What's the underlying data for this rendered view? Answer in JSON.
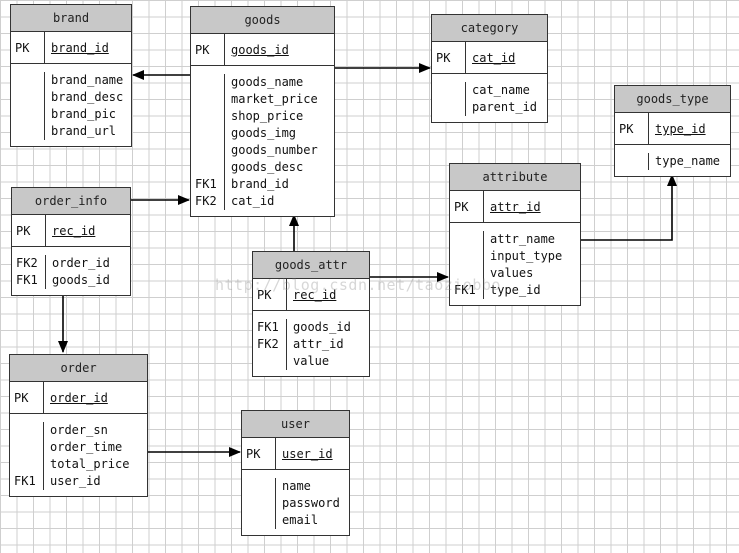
{
  "watermark": "http://blog.csdn.net/taoziobbo",
  "entities": [
    {
      "id": "brand",
      "title": "brand",
      "pk": "brand_id",
      "body": [
        {
          "key": "",
          "field": "brand_name"
        },
        {
          "key": "",
          "field": "brand_desc"
        },
        {
          "key": "",
          "field": "brand_pic"
        },
        {
          "key": "",
          "field": "brand_url"
        }
      ]
    },
    {
      "id": "goods",
      "title": "goods",
      "pk": "goods_id",
      "body": [
        {
          "key": "",
          "field": "goods_name"
        },
        {
          "key": "",
          "field": "market_price"
        },
        {
          "key": "",
          "field": "shop_price"
        },
        {
          "key": "",
          "field": "goods_img"
        },
        {
          "key": "",
          "field": "goods_number"
        },
        {
          "key": "",
          "field": "goods_desc"
        },
        {
          "key": "FK1",
          "field": "brand_id"
        },
        {
          "key": "FK2",
          "field": "cat_id"
        }
      ]
    },
    {
      "id": "category",
      "title": "category",
      "pk": "cat_id",
      "body": [
        {
          "key": "",
          "field": "cat_name"
        },
        {
          "key": "",
          "field": "parent_id"
        }
      ]
    },
    {
      "id": "goods_type",
      "title": "goods_type",
      "pk": "type_id",
      "body": [
        {
          "key": "",
          "field": "type_name"
        }
      ]
    },
    {
      "id": "order_info",
      "title": "order_info",
      "pk": "rec_id",
      "body": [
        {
          "key": "FK2",
          "field": "order_id"
        },
        {
          "key": "FK1",
          "field": "goods_id"
        }
      ]
    },
    {
      "id": "attribute",
      "title": "attribute",
      "pk": "attr_id",
      "body": [
        {
          "key": "",
          "field": "attr_name"
        },
        {
          "key": "",
          "field": "input_type"
        },
        {
          "key": "",
          "field": "values"
        },
        {
          "key": "FK1",
          "field": "type_id"
        }
      ]
    },
    {
      "id": "goods_attr",
      "title": "goods_attr",
      "pk": "rec_id",
      "body": [
        {
          "key": "FK1",
          "field": "goods_id"
        },
        {
          "key": "FK2",
          "field": "attr_id"
        },
        {
          "key": "",
          "field": "value"
        }
      ]
    },
    {
      "id": "order",
      "title": "order",
      "pk": "order_id",
      "body": [
        {
          "key": "",
          "field": "order_sn"
        },
        {
          "key": "",
          "field": "order_time"
        },
        {
          "key": "",
          "field": "total_price"
        },
        {
          "key": "FK1",
          "field": "user_id"
        }
      ]
    },
    {
      "id": "user",
      "title": "user",
      "pk": "user_id",
      "body": [
        {
          "key": "",
          "field": "name"
        },
        {
          "key": "",
          "field": "password"
        },
        {
          "key": "",
          "field": "email"
        }
      ]
    }
  ],
  "pk_label": "PK",
  "relations": [
    {
      "from": "goods",
      "to": "brand"
    },
    {
      "from": "goods",
      "to": "category"
    },
    {
      "from": "order_info",
      "to": "goods"
    },
    {
      "from": "order_info",
      "to": "order"
    },
    {
      "from": "goods_attr",
      "to": "goods"
    },
    {
      "from": "goods_attr",
      "to": "attribute"
    },
    {
      "from": "attribute",
      "to": "goods_type"
    },
    {
      "from": "order",
      "to": "user"
    }
  ]
}
